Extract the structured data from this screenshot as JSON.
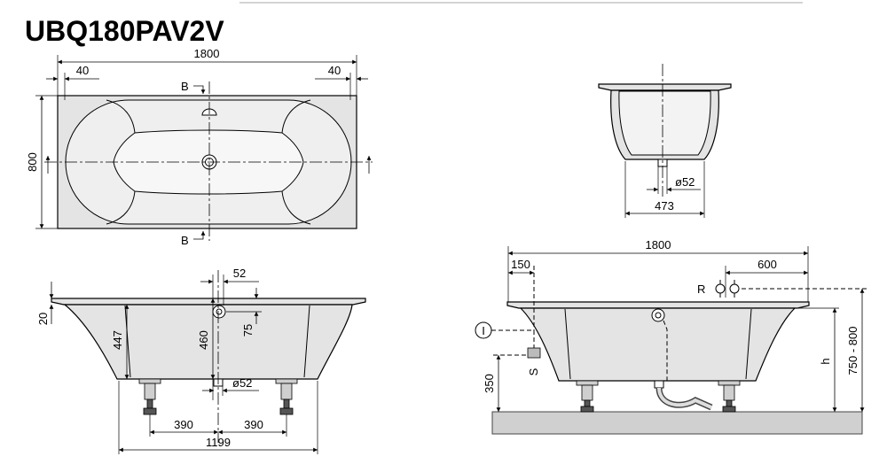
{
  "title": "UBQ180PAV2V",
  "colors": {
    "line": "#000000",
    "body_fill": "#e4e4e4",
    "floor_fill": "#d0d0d0"
  },
  "top_view": {
    "overall_length": "1800",
    "rim_offset_left": "40",
    "rim_offset_right": "40",
    "overall_width": "800",
    "section_mark_top": "B",
    "section_mark_bottom": "B"
  },
  "end_view": {
    "drain_diameter": "ø52",
    "base_width": "473"
  },
  "side_view": {
    "overflow_offset": "52",
    "rim_thickness": "20",
    "inner_depth": "447",
    "overflow_height": "460",
    "overflow_below_rim": "75",
    "drain_diameter": "ø52",
    "leg_spacing_left": "390",
    "leg_spacing_right": "390",
    "leg_span": "1199"
  },
  "installation_view": {
    "overall_length": "1800",
    "inlet_offset": "150",
    "fitting_offset": "600",
    "fitting_label": "R",
    "inlet_label": "I",
    "supply_label": "S",
    "supply_height": "350",
    "height_label": "h",
    "rim_height_range": "750 - 800"
  }
}
